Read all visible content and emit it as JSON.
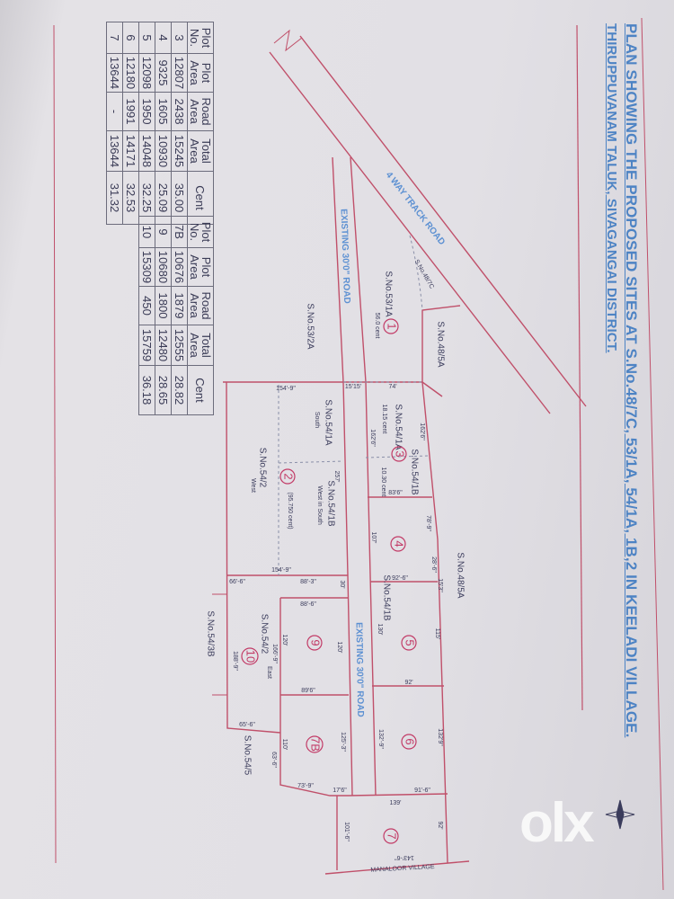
{
  "title": {
    "line1": "PLAN SHOWING THE PROPOSED SITES AT S.No.48/7C,  53/1A, 54/1A, 1B,2 IN KEELADI VILLAGE.",
    "line2": "THIRUPPUVANAM TALUK, SIVAGANGAI DISTRICT."
  },
  "table_left": {
    "headers": [
      "Plot No.",
      "Plot Area",
      "Road Area",
      "Total Area",
      "Cent"
    ],
    "rows": [
      [
        "3",
        "12807",
        "2438",
        "15245",
        "35.00"
      ],
      [
        "4",
        "9325",
        "1605",
        "10930",
        "25.09"
      ],
      [
        "5",
        "12098",
        "1950",
        "14048",
        "32.25"
      ],
      [
        "6",
        "12180",
        "1991",
        "14171",
        "32.53"
      ],
      [
        "7",
        "13644",
        "-",
        "13644",
        "31.32"
      ]
    ]
  },
  "table_right": {
    "headers": [
      "Plot No.",
      "Plot Area",
      "Road Area",
      "Total Area",
      "Cent"
    ],
    "rows": [
      [
        "7B",
        "10676",
        "1879",
        "12555",
        "28.82"
      ],
      [
        "9",
        "10680",
        "1800",
        "12480",
        "28.65"
      ],
      [
        "10",
        "15309",
        "450",
        "15759",
        "36.18"
      ]
    ]
  },
  "plan": {
    "roads": {
      "four_way": "4 WAY TRACK ROAD",
      "existing_upper": "EXISTING 30'0\" ROAD",
      "existing_lower": "EXISTING 30'0\" ROAD",
      "village": "MANALOOR VILLAGE"
    },
    "survey": [
      "S.No.48/7C",
      "S.No.53/1A",
      "S.No.53/2A",
      "S.No.48/5A",
      "S.No.54/1A",
      "S.No.54/1A",
      "S.No.54/1B",
      "S.No.54/1B",
      "S.No.54/2",
      "S.No.48/5A",
      "S.No.54/1B",
      "S.No.54/2",
      "S.No.54/3B",
      "S.No.54/5"
    ],
    "notes": [
      "56.0 cent",
      "18.15 cent",
      "10.30 cent",
      "South",
      "West in South",
      "(95.750 cent)",
      "West",
      "East"
    ],
    "plots": [
      "1",
      "2",
      "3",
      "4",
      "5",
      "6",
      "7",
      "7B",
      "9",
      "10"
    ],
    "dims": [
      "15'15'",
      "74'",
      "154'-9\"",
      "162'6\"",
      "162'6\"",
      "83'6\"",
      "257'",
      "78'-9\"",
      "107'",
      "28'-6\"",
      "15'3\"",
      "92'-6\"",
      "130'",
      "115'",
      "154'-9\"",
      "66'-6\"",
      "88'-3\"",
      "30'",
      "88'-6\"",
      "120'",
      "120'",
      "166'-9\"",
      "188'-9\"",
      "92'",
      "89'6\"",
      "132'-9\"",
      "132'9\"",
      "125'-3\"",
      "110'",
      "65'-6\"",
      "63'-6\"",
      "73'-9\"",
      "17'6\"",
      "91'-6\"",
      "139'",
      "101'-6\"",
      "92'",
      "143'-6\""
    ]
  },
  "watermark": "olx",
  "colors": {
    "line": "#c0506a",
    "title": "#4d83c4",
    "text": "#3b3c5c"
  }
}
